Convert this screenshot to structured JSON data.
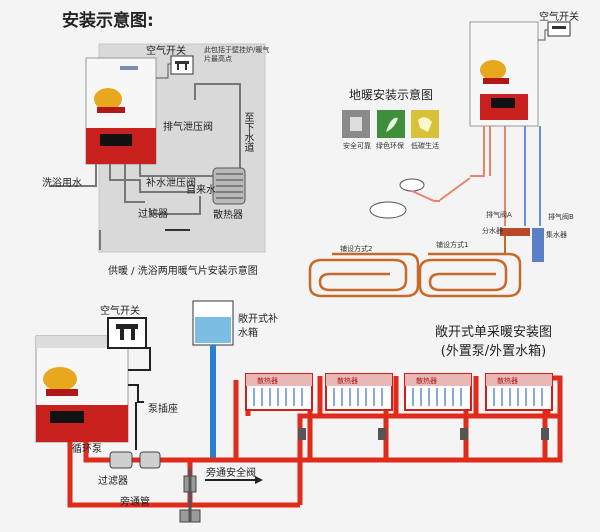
{
  "header": {
    "title": "安装示意图:"
  },
  "top_left": {
    "air_switch": "空气开关",
    "note_top": "此包括于壁挂炉/暖气片最高点",
    "exhaust_valve": "排气泄压阀",
    "drain": "至下水道",
    "bath_water": "洗浴用水",
    "refill_valve": "补水泄压阀",
    "tap_water": "自来水",
    "filter": "过滤器",
    "radiator": "散热器",
    "caption": "供暖 / 洗浴两用暖气片安装示意图"
  },
  "top_right": {
    "air_switch": "空气开关",
    "title": "地暖安装示意图",
    "badges": [
      {
        "label": "安全可靠",
        "color": "#8a8a8a"
      },
      {
        "label": "绿色环保",
        "color": "#3f8f3a"
      },
      {
        "label": "低碳生活",
        "color": "#d8c23a"
      }
    ],
    "loop1": "铺设方式1",
    "loop2": "铺设方式2",
    "valve_l": "分水器",
    "valve_r": "集水器",
    "tag_a": "排气阀A",
    "tag_b": "排气阀B"
  },
  "bottom": {
    "air_switch": "空气开关",
    "expansion_tank": "敞开式补水箱",
    "pump_socket": "泵插座",
    "circ_pump": "循环泵",
    "filter": "过滤器",
    "bypass_valve": "旁通安全阀",
    "bypass_pipe": "旁通管",
    "title_line1": "敞开式单采暖安装图",
    "title_line2": "(外置泵/外置水箱)",
    "radiator_text": "散热器"
  },
  "colors": {
    "hot": "#e02a1a",
    "cold": "#2b7fd0",
    "boiler": "#c8201c",
    "dark": "#222222",
    "panel": "#cfcfcf"
  }
}
